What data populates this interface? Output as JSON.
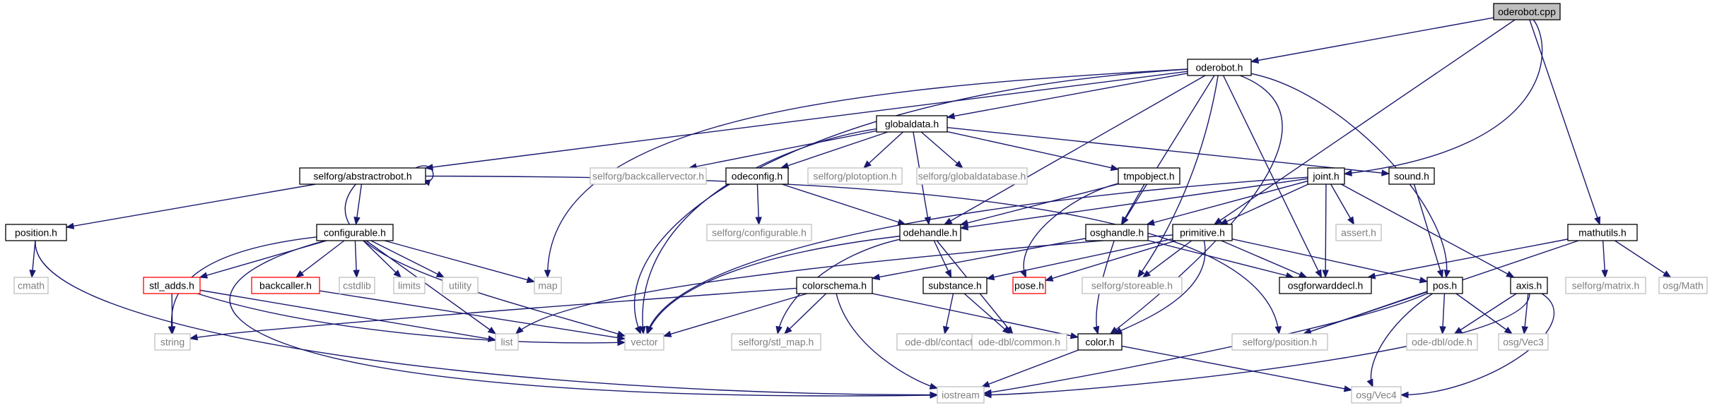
{
  "colors": {
    "edge": "#191970",
    "box_normal": "#000000",
    "box_missing": "#bfbfbf",
    "box_error": "#ff0000",
    "root_fill": "#bfbfbf",
    "text_normal": "#000000",
    "text_missing": "#7f7f7f"
  },
  "nodes": [
    {
      "id": "oderobot_cpp",
      "label": "oderobot.cpp",
      "style": "root"
    },
    {
      "id": "oderobot_h",
      "label": "oderobot.h",
      "style": "normal"
    },
    {
      "id": "globaldata_h",
      "label": "globaldata.h",
      "style": "normal"
    },
    {
      "id": "abstractrobot_h",
      "label": "selforg/abstractrobot.h",
      "style": "normal"
    },
    {
      "id": "position_h",
      "label": "position.h",
      "style": "normal"
    },
    {
      "id": "cmath",
      "label": "cmath",
      "style": "missing"
    },
    {
      "id": "configurable_h",
      "label": "configurable.h",
      "style": "normal"
    },
    {
      "id": "stl_adds_h",
      "label": "stl_adds.h",
      "style": "error"
    },
    {
      "id": "backcaller_h",
      "label": "backcaller.h",
      "style": "error"
    },
    {
      "id": "cstdlib",
      "label": "cstdlib",
      "style": "missing"
    },
    {
      "id": "limits",
      "label": "limits",
      "style": "missing"
    },
    {
      "id": "utility",
      "label": "utility",
      "style": "missing"
    },
    {
      "id": "map",
      "label": "map",
      "style": "missing"
    },
    {
      "id": "string",
      "label": "string",
      "style": "missing"
    },
    {
      "id": "list",
      "label": "list",
      "style": "missing"
    },
    {
      "id": "vector",
      "label": "vector",
      "style": "missing"
    },
    {
      "id": "iostream",
      "label": "iostream",
      "style": "missing"
    },
    {
      "id": "backcallervector_h",
      "label": "selforg/backcallervector.h",
      "style": "missing"
    },
    {
      "id": "odeconfig_h",
      "label": "odeconfig.h",
      "style": "normal"
    },
    {
      "id": "selforg_configurable_h",
      "label": "selforg/configurable.h",
      "style": "missing"
    },
    {
      "id": "plotoption_h",
      "label": "selforg/plotoption.h",
      "style": "missing"
    },
    {
      "id": "globaldatabase_h",
      "label": "selforg/globaldatabase.h",
      "style": "missing"
    },
    {
      "id": "tmpobject_h",
      "label": "tmpobject.h",
      "style": "normal"
    },
    {
      "id": "odehandle_h",
      "label": "odehandle.h",
      "style": "normal"
    },
    {
      "id": "osghandle_h",
      "label": "osghandle.h",
      "style": "normal"
    },
    {
      "id": "sound_h",
      "label": "sound.h",
      "style": "normal"
    },
    {
      "id": "joint_h",
      "label": "joint.h",
      "style": "normal"
    },
    {
      "id": "assert_h",
      "label": "assert.h",
      "style": "missing"
    },
    {
      "id": "primitive_h",
      "label": "primitive.h",
      "style": "normal"
    },
    {
      "id": "colorschema_h",
      "label": "colorschema.h",
      "style": "normal"
    },
    {
      "id": "substance_h",
      "label": "substance.h",
      "style": "normal"
    },
    {
      "id": "pose_h",
      "label": "pose.h",
      "style": "error"
    },
    {
      "id": "storeable_h",
      "label": "selforg/storeable.h",
      "style": "missing"
    },
    {
      "id": "osgforwarddecl_h",
      "label": "osgforwarddecl.h",
      "style": "normal"
    },
    {
      "id": "stl_map_h",
      "label": "selforg/stl_map.h",
      "style": "missing"
    },
    {
      "id": "contact_h",
      "label": "ode-dbl/contact.h",
      "style": "missing"
    },
    {
      "id": "common_h",
      "label": "ode-dbl/common.h",
      "style": "missing"
    },
    {
      "id": "color_h",
      "label": "color.h",
      "style": "normal"
    },
    {
      "id": "osg_vec4",
      "label": "osg/Vec4",
      "style": "missing"
    },
    {
      "id": "pos_h",
      "label": "pos.h",
      "style": "normal"
    },
    {
      "id": "axis_h",
      "label": "axis.h",
      "style": "normal"
    },
    {
      "id": "selforg_position_h",
      "label": "selforg/position.h",
      "style": "missing"
    },
    {
      "id": "ode_h",
      "label": "ode-dbl/ode.h",
      "style": "missing"
    },
    {
      "id": "osg_vec3",
      "label": "osg/Vec3",
      "style": "missing"
    },
    {
      "id": "mathutils_h",
      "label": "mathutils.h",
      "style": "normal"
    },
    {
      "id": "matrix_h",
      "label": "selforg/matrix.h",
      "style": "missing"
    },
    {
      "id": "osg_math",
      "label": "osg/Math",
      "style": "missing"
    }
  ],
  "edges": [
    [
      "oderobot_cpp",
      "oderobot_h"
    ],
    [
      "oderobot_cpp",
      "joint_h"
    ],
    [
      "oderobot_cpp",
      "primitive_h"
    ],
    [
      "oderobot_cpp",
      "mathutils_h"
    ],
    [
      "oderobot_h",
      "abstractrobot_h"
    ],
    [
      "oderobot_h",
      "globaldata_h"
    ],
    [
      "oderobot_h",
      "map"
    ],
    [
      "oderobot_h",
      "vector"
    ],
    [
      "oderobot_h",
      "odehandle_h"
    ],
    [
      "oderobot_h",
      "osghandle_h"
    ],
    [
      "oderobot_h",
      "storeable_h"
    ],
    [
      "oderobot_h",
      "osgforwarddecl_h"
    ],
    [
      "oderobot_h",
      "pos_h"
    ],
    [
      "oderobot_h",
      "color_h"
    ],
    [
      "globaldata_h",
      "backcallervector_h"
    ],
    [
      "globaldata_h",
      "odeconfig_h"
    ],
    [
      "globaldata_h",
      "plotoption_h"
    ],
    [
      "globaldata_h",
      "globaldatabase_h"
    ],
    [
      "globaldata_h",
      "tmpobject_h"
    ],
    [
      "globaldata_h",
      "odehandle_h"
    ],
    [
      "globaldata_h",
      "sound_h"
    ],
    [
      "globaldata_h",
      "vector"
    ],
    [
      "abstractrobot_h",
      "abstractrobot_h"
    ],
    [
      "abstractrobot_h",
      "position_h"
    ],
    [
      "abstractrobot_h",
      "configurable_h"
    ],
    [
      "abstractrobot_h",
      "vector"
    ],
    [
      "abstractrobot_h",
      "selforg_position_h"
    ],
    [
      "position_h",
      "cmath"
    ],
    [
      "position_h",
      "iostream"
    ],
    [
      "configurable_h",
      "stl_adds_h"
    ],
    [
      "configurable_h",
      "backcaller_h"
    ],
    [
      "configurable_h",
      "cstdlib"
    ],
    [
      "configurable_h",
      "limits"
    ],
    [
      "configurable_h",
      "utility"
    ],
    [
      "configurable_h",
      "map"
    ],
    [
      "configurable_h",
      "list"
    ],
    [
      "configurable_h",
      "string"
    ],
    [
      "configurable_h",
      "iostream"
    ],
    [
      "stl_adds_h",
      "string"
    ],
    [
      "stl_adds_h",
      "list"
    ],
    [
      "stl_adds_h",
      "vector"
    ],
    [
      "backcaller_h",
      "vector"
    ],
    [
      "odeconfig_h",
      "selforg_configurable_h"
    ],
    [
      "odeconfig_h",
      "odehandle_h"
    ],
    [
      "tmpobject_h",
      "odehandle_h"
    ],
    [
      "tmpobject_h",
      "osghandle_h"
    ],
    [
      "tmpobject_h",
      "pose_h"
    ],
    [
      "odehandle_h",
      "substance_h"
    ],
    [
      "odehandle_h",
      "common_h"
    ],
    [
      "odehandle_h",
      "vector"
    ],
    [
      "odehandle_h",
      "stl_map_h"
    ],
    [
      "osghandle_h",
      "osgforwarddecl_h"
    ],
    [
      "osghandle_h",
      "color_h"
    ],
    [
      "osghandle_h",
      "colorschema_h"
    ],
    [
      "sound_h",
      "pos_h"
    ],
    [
      "joint_h",
      "primitive_h"
    ],
    [
      "joint_h",
      "osgforwarddecl_h"
    ],
    [
      "joint_h",
      "odehandle_h"
    ],
    [
      "joint_h",
      "osghandle_h"
    ],
    [
      "joint_h",
      "assert_h"
    ],
    [
      "joint_h",
      "axis_h"
    ],
    [
      "joint_h",
      "vector"
    ],
    [
      "primitive_h",
      "pose_h"
    ],
    [
      "primitive_h",
      "substance_h"
    ],
    [
      "primitive_h",
      "storeable_h"
    ],
    [
      "primitive_h",
      "osgforwarddecl_h"
    ],
    [
      "primitive_h",
      "color_h"
    ],
    [
      "primitive_h",
      "pos_h"
    ],
    [
      "primitive_h",
      "list"
    ],
    [
      "colorschema_h",
      "color_h"
    ],
    [
      "colorschema_h",
      "string"
    ],
    [
      "colorschema_h",
      "vector"
    ],
    [
      "colorschema_h",
      "stl_map_h"
    ],
    [
      "colorschema_h",
      "iostream"
    ],
    [
      "substance_h",
      "contact_h"
    ],
    [
      "substance_h",
      "common_h"
    ],
    [
      "color_h",
      "osg_vec4"
    ],
    [
      "color_h",
      "iostream"
    ],
    [
      "pos_h",
      "selforg_position_h"
    ],
    [
      "pos_h",
      "ode_h"
    ],
    [
      "pos_h",
      "osg_vec3"
    ],
    [
      "pos_h",
      "osg_vec4"
    ],
    [
      "pos_h",
      "iostream"
    ],
    [
      "axis_h",
      "ode_h"
    ],
    [
      "axis_h",
      "osg_vec3"
    ],
    [
      "axis_h",
      "osg_vec4"
    ],
    [
      "axis_h",
      "iostream"
    ],
    [
      "mathutils_h",
      "osgforwarddecl_h"
    ],
    [
      "mathutils_h",
      "matrix_h"
    ],
    [
      "mathutils_h",
      "osg_math"
    ],
    [
      "mathutils_h",
      "selforg_position_h"
    ]
  ]
}
